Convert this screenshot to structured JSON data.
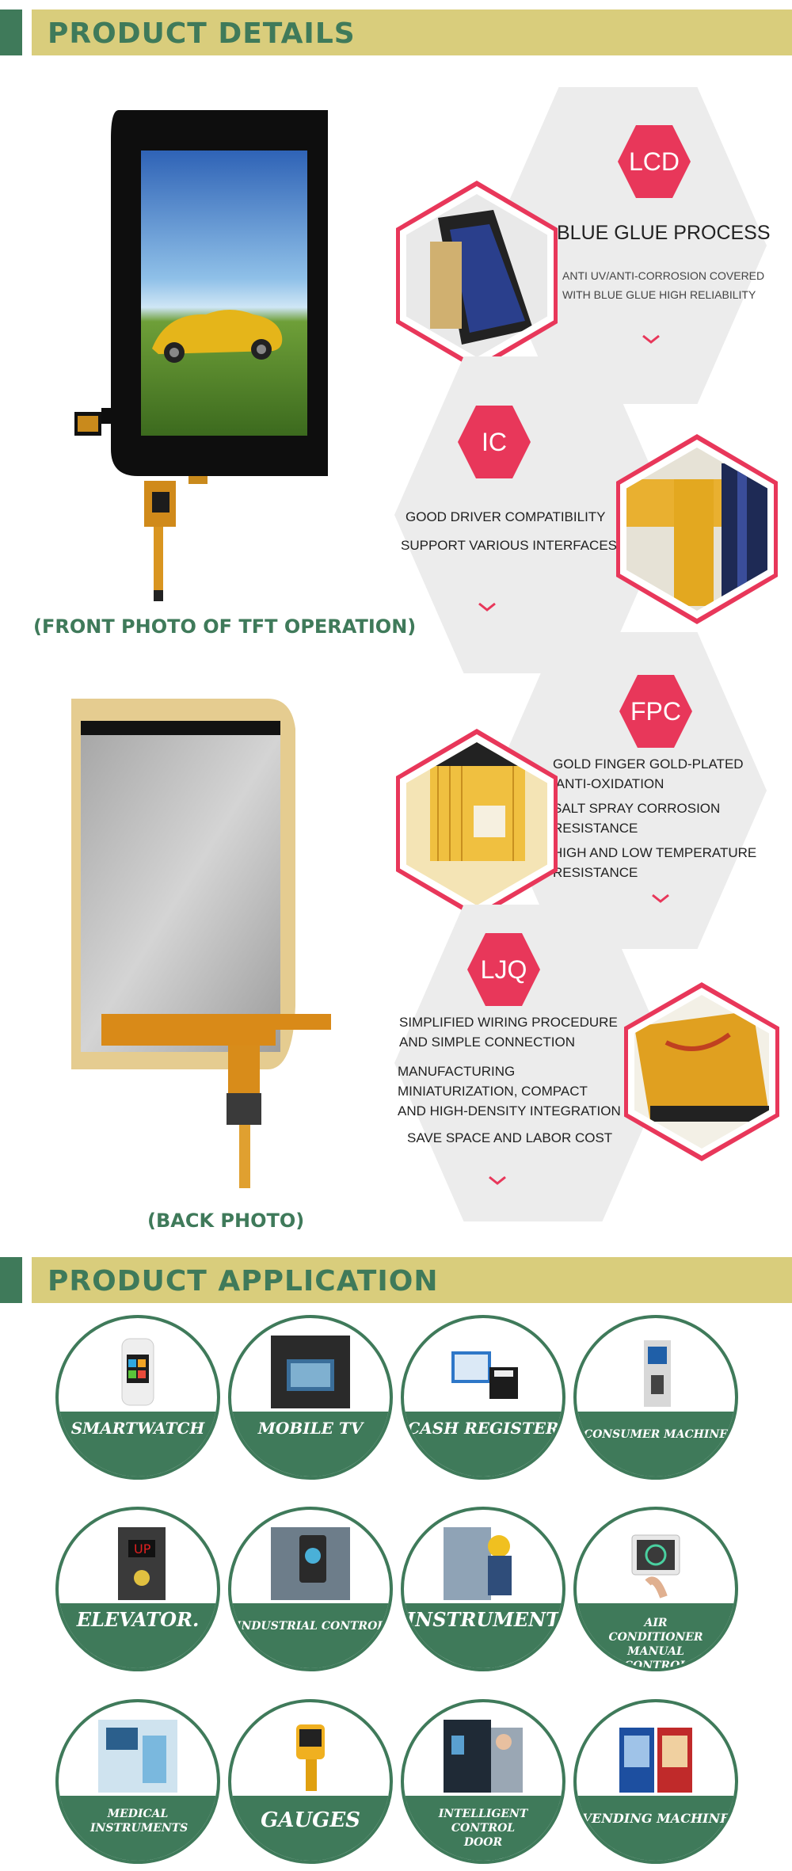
{
  "details_header": {
    "title": "PRODUCT DETAILS"
  },
  "front_caption": "(FRONT PHOTO OF TFT OPERATION)",
  "back_caption": "(BACK PHOTO)",
  "features": [
    {
      "badge": "LCD",
      "title": "BLUE GLUE PROCESS",
      "lines": [
        "ANTI UV/ANTI-CORROSION COVERED",
        "WITH BLUE GLUE HIGH RELIABILITY"
      ]
    },
    {
      "badge": "IC",
      "lines": [
        "GOOD DRIVER COMPATIBILITY",
        "SUPPORT VARIOUS INTERFACES"
      ]
    },
    {
      "badge": "FPC",
      "lines": [
        "GOLD FINGER GOLD-PLATED",
        " ANTI-OXIDATION",
        "SALT SPRAY CORROSION",
        "RESISTANCE",
        "HIGH AND LOW TEMPERATURE",
        "RESISTANCE"
      ]
    },
    {
      "badge": "LJQ",
      "lines": [
        "SIMPLIFIED WIRING PROCEDURE",
        "AND SIMPLE CONNECTION",
        "MANUFACTURING",
        "MINIATURIZATION, COMPACT",
        "AND HIGH-DENSITY INTEGRATION",
        "SAVE SPACE AND LABOR COST"
      ]
    }
  ],
  "application_header": {
    "title": "PRODUCT APPLICATION"
  },
  "applications": [
    {
      "label": "SMARTWATCH"
    },
    {
      "label": "MOBILE TV"
    },
    {
      "label": "CASH REGISTER"
    },
    {
      "label": "CONSUMER MACHINE"
    },
    {
      "label": "ELEVATOR."
    },
    {
      "label": "INDUSTRIAL CONTROL"
    },
    {
      "label": "INSTRUMENT"
    },
    {
      "label": "AIR CONDITIONER MANUAL CONTROL"
    },
    {
      "label": "MEDICAL INSTRUMENTS"
    },
    {
      "label": "GAUGES"
    },
    {
      "label": "INTELLIGENT CONTROL DOOR"
    },
    {
      "label": "VENDING MACHINE"
    }
  ],
  "colors": {
    "green": "#3f7a5a",
    "gold": "#d9cd7c",
    "pink": "#e8375a",
    "hex_grey": "#ececec"
  }
}
